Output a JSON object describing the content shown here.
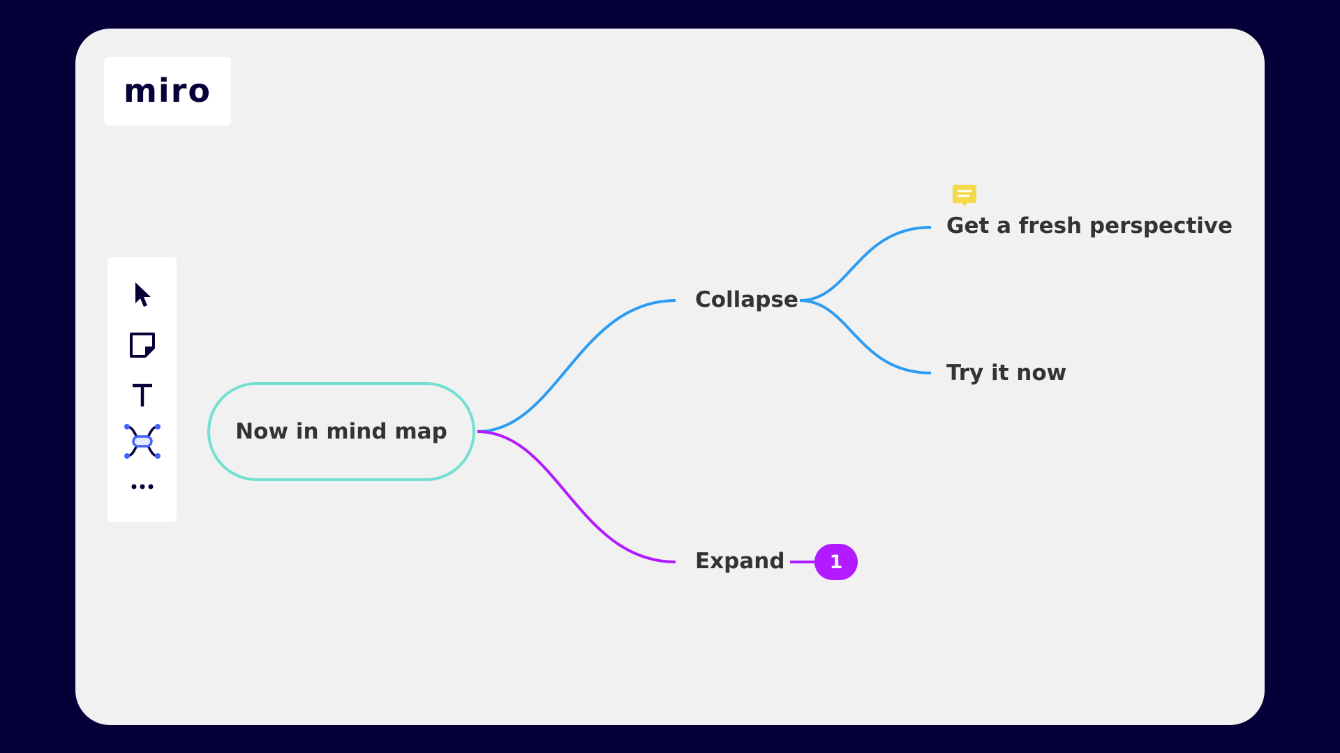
{
  "brand": {
    "logo_text": "miro"
  },
  "toolbar": {
    "tools": [
      {
        "name": "select",
        "icon": "cursor-icon"
      },
      {
        "name": "sticky-note",
        "icon": "sticky-note-icon"
      },
      {
        "name": "text",
        "icon": "text-icon"
      },
      {
        "name": "mind-map",
        "icon": "mind-map-icon"
      },
      {
        "name": "more",
        "icon": "more-icon"
      }
    ]
  },
  "mindmap": {
    "root": {
      "label": "Now in mind map"
    },
    "branches": [
      {
        "label": "Collapse",
        "color": "#2d9bf0",
        "children": [
          {
            "label": "Get a fresh perspective",
            "has_comment": true
          },
          {
            "label": "Try it now"
          }
        ]
      },
      {
        "label": "Expand",
        "color": "#b21aff",
        "collapsed_count": "1"
      }
    ]
  },
  "colors": {
    "background": "#050038",
    "board": "#f1f1f1",
    "root_border": "#72e0d1",
    "comment": "#f5d94a"
  }
}
